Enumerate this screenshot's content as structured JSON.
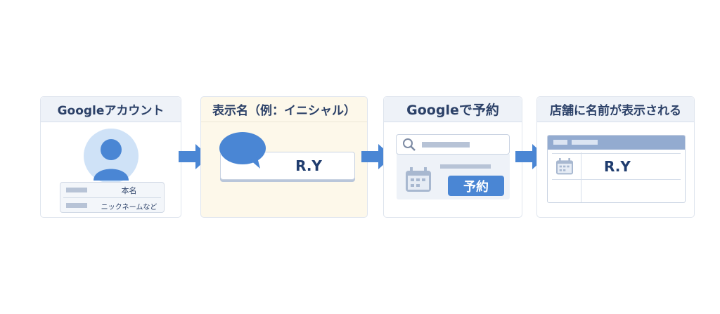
{
  "steps": [
    {
      "title": "Googleアカウント",
      "real_name": "本名",
      "nickname": "ニックネームなど"
    },
    {
      "title": "表示名（例：イニシャル）",
      "display_name": "R.Y"
    },
    {
      "title": "Googleで予約",
      "reserve_button": "予約"
    },
    {
      "title": "店舗に名前が表示される",
      "display_name": "R.Y"
    }
  ],
  "colors": {
    "accent": "#4a86d4",
    "header_bg": "#eef2f8",
    "cream": "#fdf8ea"
  }
}
